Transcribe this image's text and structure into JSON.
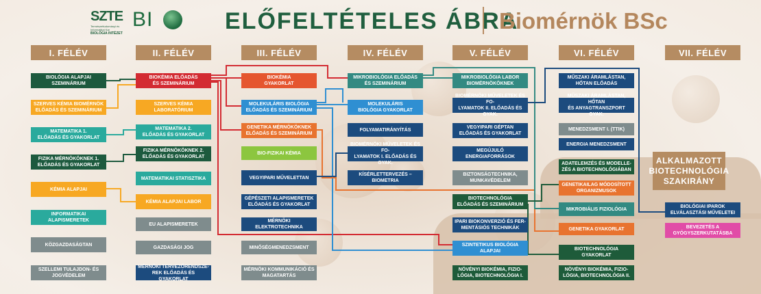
{
  "header": {
    "logo_szte": "SZTE",
    "logo_szte_sub": "Természettudományi és Informatikai Kar",
    "logo_szte_sub2": "BIOLÓGIA INTÉZET",
    "logo_bio": "BI",
    "title": "ELŐFELTÉTELES ÁBRA",
    "subtitle": "Biomérnök BSc"
  },
  "colors": {
    "accent": "#b58c62",
    "title": "#1f5e3e"
  },
  "semesters": [
    "I. FÉLÉV",
    "II. FÉLÉV",
    "III. FÉLÉV",
    "IV. FÉLÉV",
    "V. FÉLÉV",
    "VI. FÉLÉV",
    "VII. FÉLÉV"
  ],
  "courses": [
    {
      "label": "BIOLÓGIA ALAPJAI\nSZEMINÁRIUM",
      "col": 0,
      "row": 0,
      "color": "c-dg"
    },
    {
      "label": "SZERVES KÉMIA BIOMÉRNÖK\nELŐADÁS ÉS SZEMINÁRIUM",
      "col": 0,
      "row": 1,
      "color": "c-or"
    },
    {
      "label": "MATEMATIKA 1.\nELŐADÁS ÉS GYAKORLAT",
      "col": 0,
      "row": 2,
      "color": "c-te"
    },
    {
      "label": "FIZIKA MÉRNÖKÖKNEK 1.\nELŐADÁS ÉS GYAKORLAT",
      "col": 0,
      "row": 3,
      "color": "c-dg"
    },
    {
      "label": "KÉMIA ALAPJAI",
      "col": 0,
      "row": 4,
      "color": "c-or"
    },
    {
      "label": "INFORMATIKAI\nALAPISMERETEK",
      "col": 0,
      "row": 5,
      "color": "c-te"
    },
    {
      "label": "KÖZGAZDASÁGTAN",
      "col": 0,
      "row": 6,
      "color": "c-gr"
    },
    {
      "label": "SZELLEMI TULAJDON- ÉS\nJOGVÉDELEM",
      "col": 0,
      "row": 7,
      "color": "c-gr"
    },
    {
      "label": "BIOKÉMIA ELŐADÁS\nÉS SZEMINÁRIUM",
      "col": 1,
      "row": 0,
      "color": "c-rd"
    },
    {
      "label": "SZERVES KÉMIA\nLABORATÓRIUM",
      "col": 1,
      "row": 1,
      "color": "c-or"
    },
    {
      "label": "MATEMATIKA 2.\nELŐADÁS ÉS GYAKORLAT",
      "col": 1,
      "row": 2,
      "color": "c-te"
    },
    {
      "label": "FIZIKA MÉRNÖKÖKNEK 2.\nELŐADÁS ÉS GYAKORLAT",
      "col": 1,
      "row": 3,
      "color": "c-dg"
    },
    {
      "label": "MATEMATIKAI STATISZTIKA",
      "col": 1,
      "row": 4,
      "color": "c-te"
    },
    {
      "label": "KÉMIA ALAPJAI LABOR",
      "col": 1,
      "row": 5,
      "color": "c-or"
    },
    {
      "label": "EU ALAPISMERETEK",
      "col": 1,
      "row": 6,
      "color": "c-gr"
    },
    {
      "label": "GAZDASÁGI JOG",
      "col": 1,
      "row": 7,
      "color": "c-gr"
    },
    {
      "label": "MÉRNÖKI TERVEZŐRENDSZE-\nREK ELŐADÁS ÉS GYAKORLAT",
      "col": 1,
      "row": 8,
      "color": "c-ny"
    },
    {
      "label": "BIOKÉMIA\nGYAKORLAT",
      "col": 2,
      "row": 0,
      "color": "c-sa"
    },
    {
      "label": "MOLEKULÁRIS BIOLÓGIA\nELŐADÁS ÉS SZEMINÁRIUM",
      "col": 2,
      "row": 1,
      "color": "c-lb"
    },
    {
      "label": "GENETIKA MÉRNÖKÖKNEK\nELŐADÁS ÉS SZEMINÁRIUM",
      "col": 2,
      "row": 2,
      "color": "c-ro"
    },
    {
      "label": "BIO-FIZIKAI KÉMIA",
      "col": 2,
      "row": 3,
      "color": "c-lg"
    },
    {
      "label": "VEGYIPARI MŰVELETTAN",
      "col": 2,
      "row": 4,
      "color": "c-ny"
    },
    {
      "label": "GÉPÉSZETI ALAPISMERETEK\nELŐADÁS ÉS GYAKORLAT",
      "col": 2,
      "row": 5,
      "color": "c-ny"
    },
    {
      "label": "MÉRNÖKI ELEKTROTECHNIKA",
      "col": 2,
      "row": 6,
      "color": "c-ny"
    },
    {
      "label": "MINŐSÉGMENEDZSMENT",
      "col": 2,
      "row": 7,
      "color": "c-gr"
    },
    {
      "label": "MÉRNÖKI KOMMUNIKÁCIÓ ÉS\nMAGATARTÁS",
      "col": 2,
      "row": 8,
      "color": "c-gr"
    },
    {
      "label": "MIKROBIOLÓGIA ELŐADÁS\nÉS SZEMINÁRIUM",
      "col": 3,
      "row": 0,
      "color": "c-tl"
    },
    {
      "label": "MOLEKULÁRIS\nBIOLÓGIA GYAKORLAT",
      "col": 3,
      "row": 1,
      "color": "c-lb"
    },
    {
      "label": "FOLYAMATIRÁNYÍTÁS",
      "col": 3,
      "row": 2,
      "color": "c-ny"
    },
    {
      "label": "BIOMÉRNÖKI MŰVELETEK ÉS FO-\nLYAMATOK I. ELŐADÁS ÉS GYAK.",
      "col": 3,
      "row": 3,
      "color": "c-ny"
    },
    {
      "label": "KÍSÉRLETTERVEZÉS –\nBIOMETRIA",
      "col": 3,
      "row": 4,
      "color": "c-ny"
    },
    {
      "label": "MIKROBIOLÓGIA LABOR\nBIOMÉRNÖKÖKNEK",
      "col": 4,
      "row": 0,
      "color": "c-tl"
    },
    {
      "label": "BIOMÉRNÖKI MŰVELETEK ÉS FO-\nLYAMATOK II. ELŐADÁS ÉS GYAK.",
      "col": 4,
      "row": 1,
      "color": "c-ny"
    },
    {
      "label": "VEGYIPARI GÉPTAN\nELŐADÁS ÉS GYAKORLAT",
      "col": 4,
      "row": 2,
      "color": "c-ny"
    },
    {
      "label": "MEGÚJULÓ\nENERGIAFORRÁSOK",
      "col": 4,
      "row": 3,
      "color": "c-ny"
    },
    {
      "label": "BIZTONSÁGTECHNIKA,\nMUNKAVÉDELEM",
      "col": 4,
      "row": 4,
      "color": "c-gr"
    },
    {
      "label": "BIOTECHNOLÓGIA\nELŐADÁS ÉS SZEMINÁRIUM",
      "col": 4,
      "row": 5,
      "color": "c-dg2"
    },
    {
      "label": "IPARI BIOKONVERZIÓ ÉS FER-\nMENTÁSIÓS TECHNIKÁK",
      "col": 4,
      "row": 6,
      "color": "c-ny"
    },
    {
      "label": "SZINTETIKUS BIOLÓGIA\nALAPJAI",
      "col": 4,
      "row": 7,
      "color": "c-lb"
    },
    {
      "label": "NÖVÉNYI BIOKÉMIA, FIZIO-\nLÓGIA, BIOTECHNOLÓGIA I.",
      "col": 4,
      "row": 8,
      "color": "c-dg2"
    },
    {
      "label": "MŰSZAKI ÁRAMLÁSTAN,\nHŐTAN ELŐADÁS",
      "col": 5,
      "row": 0,
      "color": "c-ny"
    },
    {
      "label": "MŰSZAKI ÁRAMLÁSTAN, HŐTAN\nÉS ANYAGTRANSZPORT GYAK.",
      "col": 5,
      "row": 1,
      "color": "c-ny"
    },
    {
      "label": "MENEDZSMENT I. (TTIK)",
      "col": 5,
      "row": 2,
      "color": "c-gr"
    },
    {
      "label": "ENERGIA MENEDZSMENT",
      "col": 5,
      "row": 3,
      "color": "c-ny"
    },
    {
      "label": "ADATELEMZÉS ÉS MODELLE-\nZÉS A BIOTECHNOLÓGIÁBAN",
      "col": 5,
      "row": 4,
      "color": "c-dg2"
    },
    {
      "label": "GENETIKAILAG MÓDOSÍTOTT\nORGANIZMUSOK",
      "col": 5,
      "row": 5,
      "color": "c-ro"
    },
    {
      "label": "MIKROBIÁLIS FIZIOLÓGIA",
      "col": 5,
      "row": 6,
      "color": "c-tl"
    },
    {
      "label": "GENETIKA GYAKORLAT",
      "col": 5,
      "row": 7,
      "color": "c-ro"
    },
    {
      "label": "BIOTECHNOLÓGIA\nGYAKORLAT",
      "col": 5,
      "row": 8,
      "color": "c-dg2"
    },
    {
      "label": "NÖVÉNYI BIOKÉMIA, FIZIO-\nLÓGIA, BIOTECHNOLÓGIA II.",
      "col": 5,
      "row": 9,
      "color": "c-dg2"
    },
    {
      "label": "BIOLÓGIAI IPAROK\nELVÁLASZTÁSI MŰVELETEI",
      "col": 6,
      "row": 0,
      "color": "c-ny"
    },
    {
      "label": "BEVEZETÉS A\nGYÓGYSZERKUTATÁSBA",
      "col": 6,
      "row": 1,
      "color": "c-mg"
    }
  ],
  "specialization": "ALKALMAZOTT\nBIOTECHNOLÓGIA\nSZAKIRÁNY"
}
